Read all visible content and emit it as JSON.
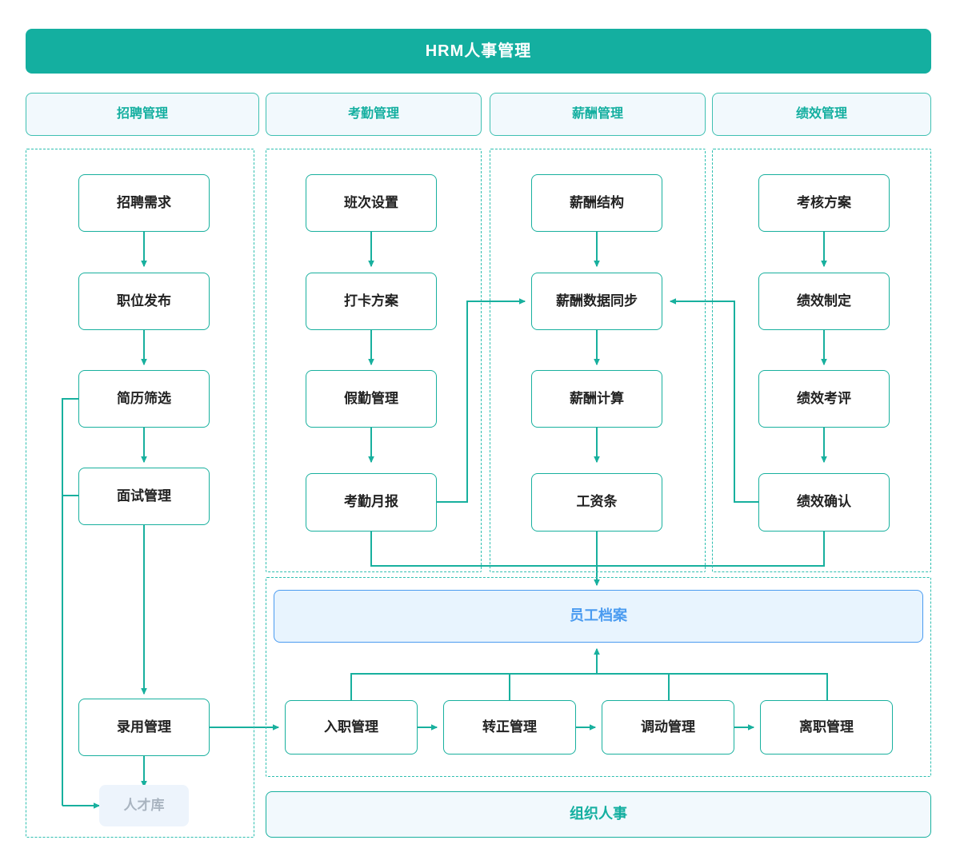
{
  "diagram": {
    "title": "HRM人事管理",
    "accent_teal": "#14afa0",
    "accent_blue": "#4a9bf0",
    "muted_text": "#a9b4c0",
    "box_border": "#18b09e",
    "region_border": "#2ebfb0",
    "tab_fill": "#f2f9fd"
  },
  "tabs": [
    {
      "label": "招聘管理"
    },
    {
      "label": "考勤管理"
    },
    {
      "label": "薪酬管理"
    },
    {
      "label": "绩效管理"
    }
  ],
  "columns": {
    "recruitment": [
      {
        "label": "招聘需求"
      },
      {
        "label": "职位发布"
      },
      {
        "label": "简历筛选"
      },
      {
        "label": "面试管理"
      },
      {
        "label": "录用管理"
      },
      {
        "label": "人才库"
      }
    ],
    "attendance": [
      {
        "label": "班次设置"
      },
      {
        "label": "打卡方案"
      },
      {
        "label": "假勤管理"
      },
      {
        "label": "考勤月报"
      }
    ],
    "payroll": [
      {
        "label": "薪酬结构"
      },
      {
        "label": "薪酬数据同步"
      },
      {
        "label": "薪酬计算"
      },
      {
        "label": "工资条"
      }
    ],
    "performance": [
      {
        "label": "考核方案"
      },
      {
        "label": "绩效制定"
      },
      {
        "label": "绩效考评"
      },
      {
        "label": "绩效确认"
      }
    ]
  },
  "employee_record": {
    "label": "员工档案"
  },
  "lifecycle": [
    {
      "label": "入职管理"
    },
    {
      "label": "转正管理"
    },
    {
      "label": "调动管理"
    },
    {
      "label": "离职管理"
    }
  ],
  "org_personnel": {
    "label": "组织人事"
  }
}
